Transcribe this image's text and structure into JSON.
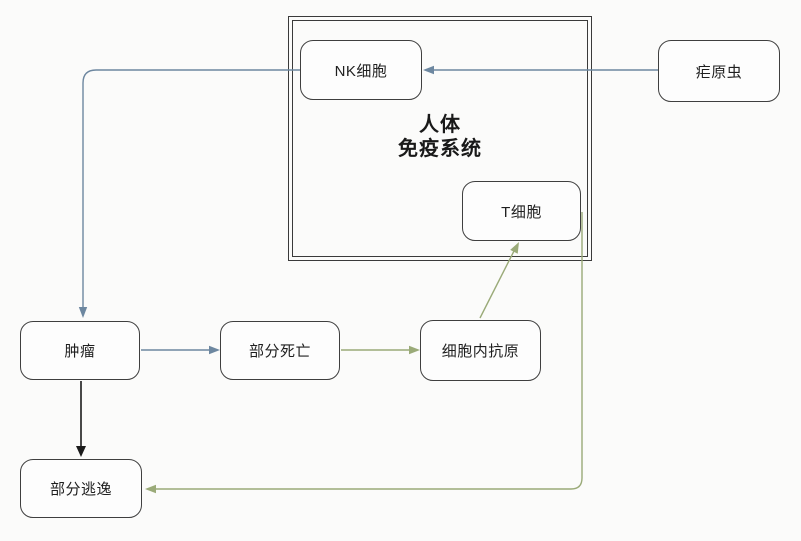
{
  "diagram": {
    "background": "#fbfbfa",
    "system_box": {
      "title_line1": "人体",
      "title_line2": "免疫系统"
    },
    "nodes": {
      "nk_cell": {
        "label": "NK细胞"
      },
      "plasmodium": {
        "label": "疟原虫"
      },
      "t_cell": {
        "label": "T细胞"
      },
      "tumor": {
        "label": "肿瘤"
      },
      "partial_death": {
        "label": "部分死亡"
      },
      "intracellular_antigen": {
        "label": "细胞内抗原"
      },
      "partial_escape": {
        "label": "部分逃逸"
      }
    },
    "edges": [
      {
        "id": "plasmodium-to-nk-cell",
        "from": "疟原虫",
        "to": "NK细胞",
        "color": "#6d87a0"
      },
      {
        "id": "nk-cell-to-tumor",
        "from": "NK细胞",
        "to": "肿瘤",
        "color": "#6d87a0"
      },
      {
        "id": "tumor-to-partial-death",
        "from": "肿瘤",
        "to": "部分死亡",
        "color": "#6d87a0"
      },
      {
        "id": "partial-death-to-antigen",
        "from": "部分死亡",
        "to": "细胞内抗原",
        "color": "#9aaa78"
      },
      {
        "id": "antigen-to-t-cell",
        "from": "细胞内抗原",
        "to": "T细胞",
        "color": "#9aaa78"
      },
      {
        "id": "t-cell-to-partial-escape",
        "from": "T细胞",
        "to": "部分逃逸",
        "color": "#9aaa78"
      },
      {
        "id": "tumor-to-partial-escape",
        "from": "肿瘤",
        "to": "部分逃逸",
        "color": "#1b1b1b"
      }
    ],
    "colors": {
      "box_border": "#3f3f3f",
      "text": "#1f1f1f"
    }
  }
}
